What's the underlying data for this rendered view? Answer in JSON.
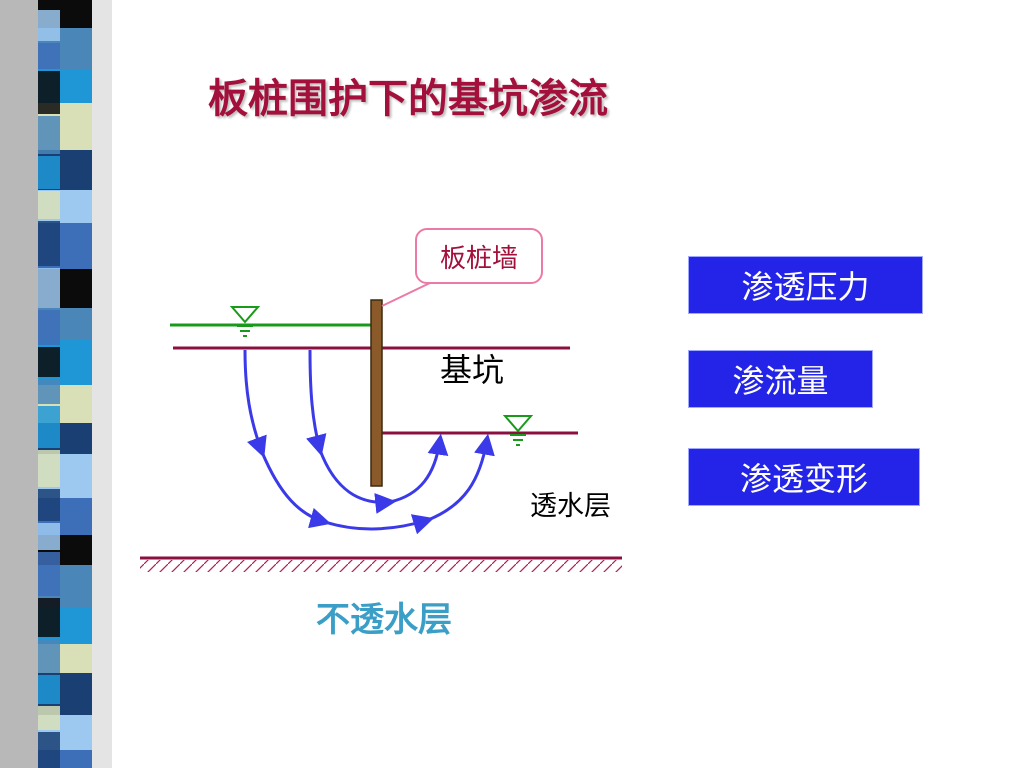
{
  "title": "板桩围护下的基坑渗流",
  "labels": {
    "sheet_pile_wall": "板桩墙",
    "foundation_pit": "基坑",
    "permeable_layer": "透水层",
    "impermeable_layer": "不透水层"
  },
  "topics": [
    "渗透压力",
    "渗流量",
    "渗透变形"
  ],
  "colors": {
    "title": "#a3103c",
    "water_table": "#1a9a1a",
    "ground_line": "#8b1040",
    "sheet_pile": "#8b5a2b",
    "flow_line": "#3a3ae8",
    "impermeable_label": "#3a9ec7",
    "topic_box": "#2424e8",
    "callout_border": "#ec7aa6"
  },
  "icons": [
    "water-level-symbol-icon",
    "water-level-symbol-icon"
  ]
}
